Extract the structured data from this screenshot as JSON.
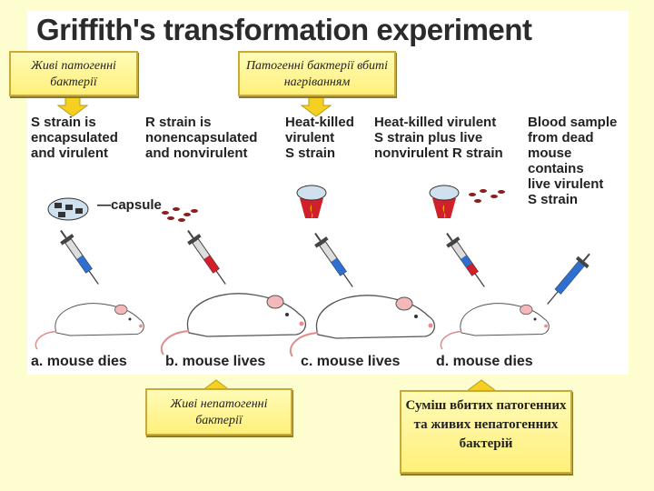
{
  "title": "Griffith's transformation experiment",
  "columns": [
    {
      "text": "S strain is\nencapsulated\nand virulent"
    },
    {
      "text": "R strain is\nnonencapsulated\nand nonvirulent"
    },
    {
      "text": "Heat-killed\nvirulent\nS strain"
    },
    {
      "text": "Heat-killed virulent\nS strain plus live\nnonvirulent R strain"
    },
    {
      "text": "Blood sample\nfrom dead\nmouse\ncontains\nlive virulent\nS strain"
    }
  ],
  "capsule_label": "—capsule",
  "outcomes": [
    "a. mouse dies",
    "b. mouse lives",
    "c. mouse lives",
    "d. mouse dies"
  ],
  "callouts": {
    "live_pathogenic": "Живі патогенні бактерії",
    "heat_killed": "Патогенні бактерії вбиті нагріванням",
    "live_nonpathogenic": "Живі непатогенні бактерії",
    "mixture": "Суміш вбитих патогенних та живих непатогенних бактерій"
  },
  "colors": {
    "background": "#fdfdd0",
    "syringe_blue": "#2f6fd0",
    "syringe_red": "#d0202a",
    "arrow_yellow": "#f5d020"
  }
}
